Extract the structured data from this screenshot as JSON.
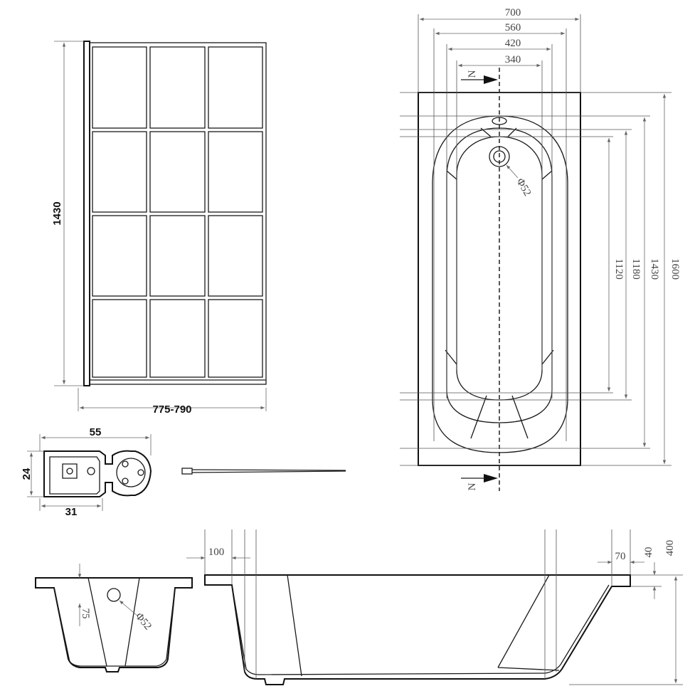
{
  "screen_panel": {
    "height_label": "1430",
    "width_label": "775-790"
  },
  "profile": {
    "width_label": "55",
    "height_label": "24",
    "base_label": "31"
  },
  "top_view": {
    "width_labels": [
      "700",
      "560",
      "420",
      "340"
    ],
    "length_labels": [
      "1120",
      "1180",
      "1430",
      "1600"
    ],
    "drain_label": "Φ52",
    "section_markers": [
      "N",
      "N"
    ]
  },
  "end_section": {
    "depth_label": "75",
    "drain_label": "Φ52"
  },
  "side_section": {
    "rim_label": "100",
    "edge_label": "70",
    "lip_label": "40",
    "height_label": "400"
  }
}
